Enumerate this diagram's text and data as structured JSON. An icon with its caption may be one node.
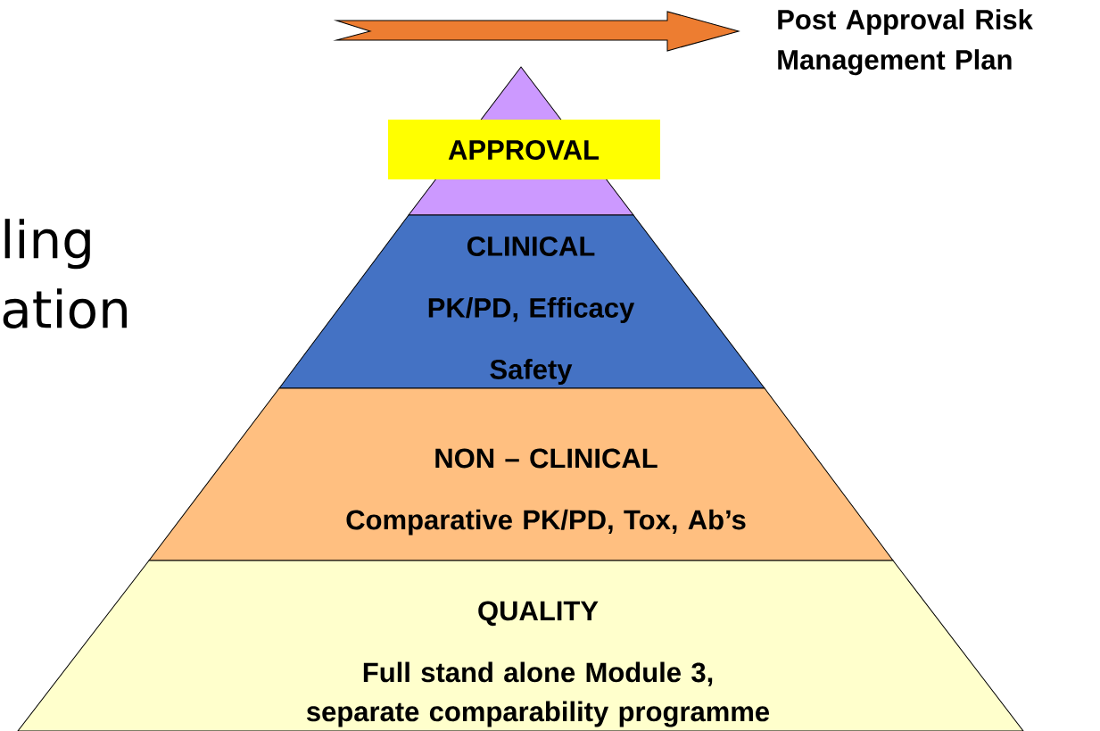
{
  "diagram": {
    "nodes": [
      {
        "text": [],
        "shape": "triangle"
      },
      {
        "text": [
          "APPROVAL"
        ]
      },
      {
        "text": [
          "CLINICAL",
          "PK/PD,  Efficacy",
          "Safety"
        ]
      },
      {
        "text": [
          "NON – CLINICAL",
          "Comparative PK/PD, Tox, Ab’s"
        ]
      },
      {
        "text": [
          "QUALITY",
          "Full stand alone Module 3, separate comparability programme"
        ]
      }
    ],
    "labels": [
      "Post Approval Risk Management Plan",
      "ling ation"
    ]
  }
}
